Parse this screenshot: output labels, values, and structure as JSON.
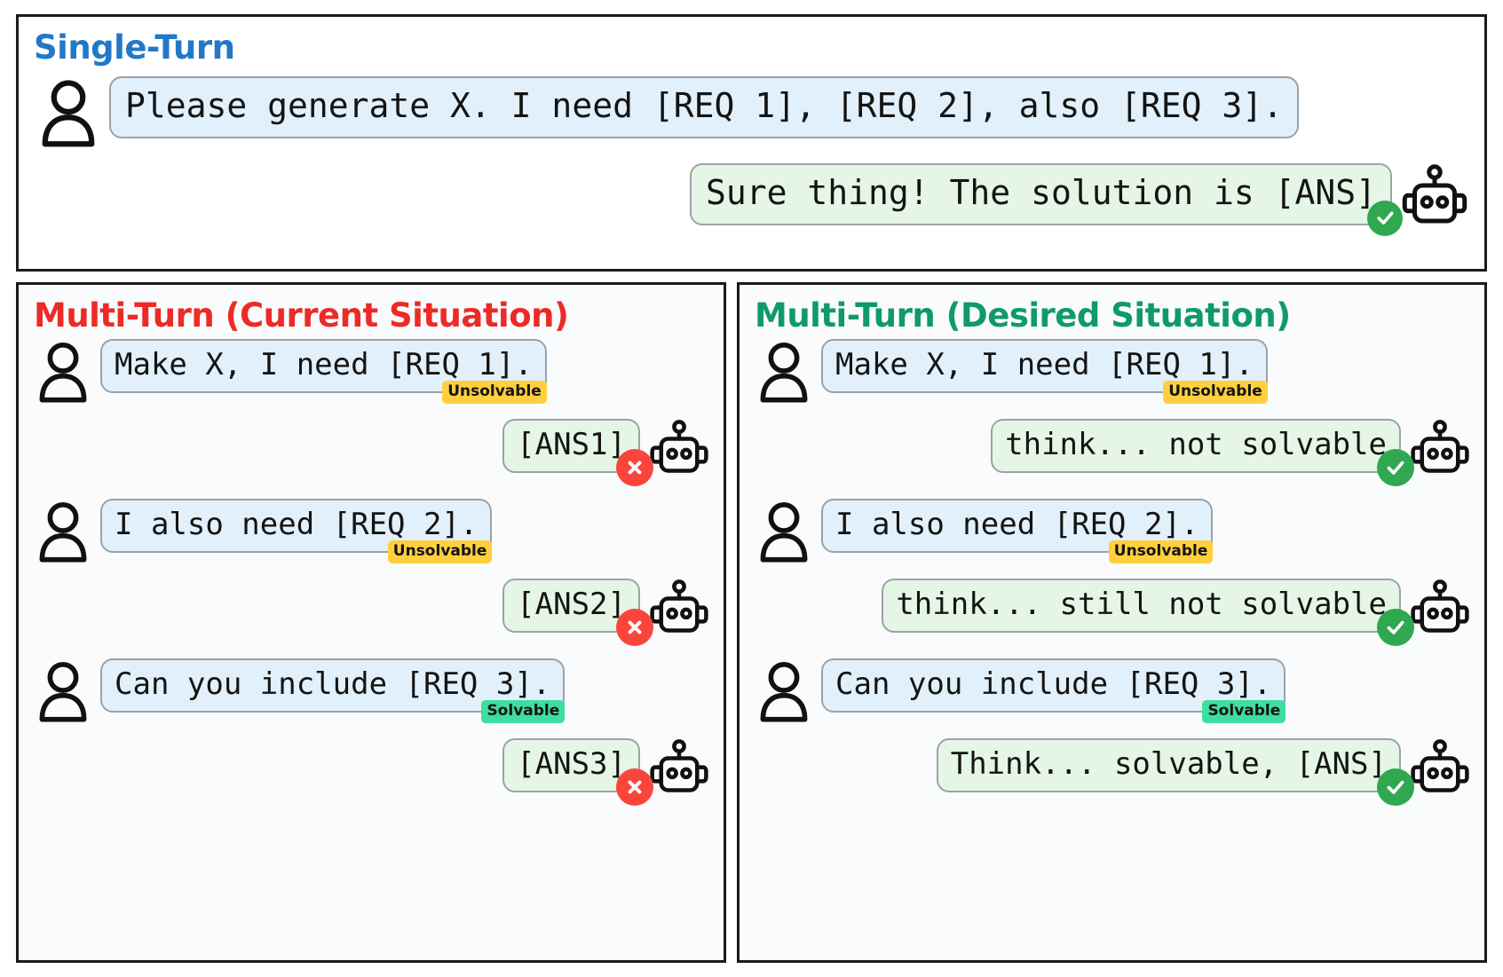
{
  "panels": {
    "single": {
      "title": "Single-Turn",
      "title_color": "#2278c8",
      "messages": [
        {
          "role": "user",
          "text": "Please generate X. I need [REQ 1], [REQ 2], also [REQ 3].",
          "tag": null,
          "mark": null
        },
        {
          "role": "bot",
          "text": "Sure thing! The solution is [ANS]",
          "tag": null,
          "mark": "check"
        }
      ]
    },
    "current": {
      "title": "Multi-Turn (Current Situation)",
      "title_color": "#ec2b26",
      "messages": [
        {
          "role": "user",
          "text": "Make X, I need [REQ 1].",
          "tag": "Unsolvable",
          "tag_type": "unsolvable",
          "mark": null
        },
        {
          "role": "bot",
          "text": "[ANS1]",
          "tag": null,
          "mark": "cross"
        },
        {
          "role": "user",
          "text": "I also need [REQ 2].",
          "tag": "Unsolvable",
          "tag_type": "unsolvable",
          "mark": null
        },
        {
          "role": "bot",
          "text": "[ANS2]",
          "tag": null,
          "mark": "cross"
        },
        {
          "role": "user",
          "text": "Can you include [REQ 3].",
          "tag": "Solvable",
          "tag_type": "solvable",
          "mark": null
        },
        {
          "role": "bot",
          "text": "[ANS3]",
          "tag": null,
          "mark": "cross"
        }
      ]
    },
    "desired": {
      "title": "Multi-Turn (Desired Situation)",
      "title_color": "#0f9a6a",
      "messages": [
        {
          "role": "user",
          "text": "Make X, I need [REQ 1].",
          "tag": "Unsolvable",
          "tag_type": "unsolvable",
          "mark": null
        },
        {
          "role": "bot",
          "text": "think... not solvable",
          "tag": null,
          "mark": "check"
        },
        {
          "role": "user",
          "text": "I also need [REQ 2].",
          "tag": "Unsolvable",
          "tag_type": "unsolvable",
          "mark": null
        },
        {
          "role": "bot",
          "text": "think... still not solvable",
          "tag": null,
          "mark": "check"
        },
        {
          "role": "user",
          "text": "Can you include [REQ 3].",
          "tag": "Solvable",
          "tag_type": "solvable",
          "mark": null
        },
        {
          "role": "bot",
          "text": "Think... solvable, [ANS]",
          "tag": null,
          "mark": "check"
        }
      ]
    }
  },
  "icons": {
    "user_avatar": "user-avatar-icon",
    "bot_avatar": "robot-avatar-icon",
    "check": "check-circle-icon",
    "cross": "cross-circle-icon"
  },
  "colors": {
    "user_bubble": "#e2f0fb",
    "bot_bubble": "#e6f6e6",
    "bubble_border": "#9aa3a8",
    "unsolvable_badge": "#ffcf3d",
    "solvable_badge": "#3edda1",
    "check_badge": "#2fa84f",
    "cross_badge": "#fa453c",
    "panel_border": "#1b1b1b"
  }
}
